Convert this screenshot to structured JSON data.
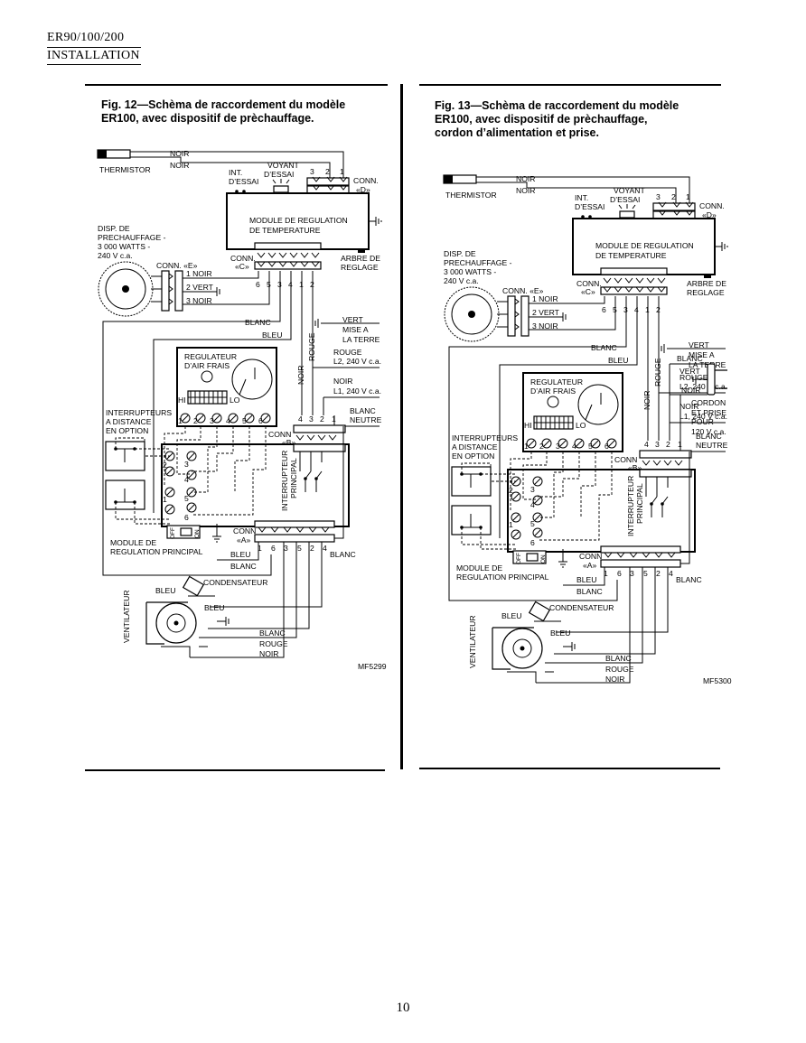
{
  "header": {
    "model": "ER90/100/200",
    "section": "INSTALLATION"
  },
  "page_number": "10",
  "fig12": {
    "title_line1": "Fig. 12—Schèma de raccordement du modèle",
    "title_line2": "ER100, avec dispositif de prèchauffage.",
    "code": "MF5299"
  },
  "fig13": {
    "title_line1": "Fig. 13—Schèma de raccordement du modèle",
    "title_line2": "ER100, avec dispositif de prèchauffage,",
    "title_line3": "cordon d’alimentation et prise.",
    "code": "MF5300"
  },
  "labels": {
    "noir": "NOIR",
    "blanc": "BLANC",
    "bleu": "BLEU",
    "rouge": "ROUGE",
    "vert": "VERT",
    "thermistor": "THERMISTOR",
    "int": "INT.",
    "dessai": "D’ESSAI",
    "voyant": "VOYANT",
    "conn": "CONN.",
    "conn_plain": "CONN",
    "conn_d": "«D»",
    "conn_c": "«C»",
    "conn_e": "CONN. «E»",
    "conn_b": "«B»",
    "conn_a": "«A»",
    "module_l1": "MODULE DE REGULATION",
    "module_l2": "DE TEMPERATURE",
    "arbre_l1": "ARBRE DE",
    "arbre_l2": "REGLAGE",
    "disp_l1": "DISP. DE",
    "disp_l2": "PRECHAUFFAGE -",
    "disp_l3": "3 000 WATTS -",
    "disp_l4": "240 V c.a.",
    "e1": "1  NOIR",
    "e2": "2  VERT",
    "e3": "3  NOIR",
    "vert_mise_l1": "VERT",
    "vert_mise_l2": "MISE A",
    "vert_mise_l3": "LA TERRE",
    "rouge_l2": "ROUGE",
    "rouge_l2b": "L2, 240 V c.a.",
    "noir_l1": "NOIR",
    "noir_l1b": "L1, 240 V c.a.",
    "blanc_neutre_l1": "BLANC",
    "blanc_neutre_l2": "NEUTRE",
    "regair_l1": "REGULATEUR",
    "regair_l2": "D’AIR FRAIS",
    "hi": "HI",
    "lo": "LO",
    "interr_l1": "INTERRUPTEURS",
    "interr_l2": "A DISTANCE",
    "interr_l3": "EN OPTION",
    "interr_princ_l1": "INTERRUPTEUR",
    "interr_princ_l2": "PRINCIPAL",
    "module_princ_l1": "MODULE DE",
    "module_princ_l2": "REGULATION PRINCIPAL",
    "off": "OFF",
    "on": "ON",
    "condensateur": "CONDENSATEUR",
    "ventilateur": "VENTILATEUR",
    "cordon_l1": "CORDON",
    "cordon_l2": "ET PRISE",
    "cordon_l3": "POUR",
    "cordon_l4": "120 V c.a.",
    "pins_d": [
      "3",
      "2",
      "1"
    ],
    "pins_c": [
      "6",
      "5",
      "3",
      "4",
      "1",
      "2"
    ],
    "pins_b": [
      "4",
      "3",
      "2",
      "1"
    ],
    "pins_a": [
      "1",
      "6",
      "3",
      "5",
      "2",
      "4"
    ],
    "pins_reg": [
      "1",
      "2",
      "3",
      "4",
      "5",
      "6"
    ],
    "pins_mod": [
      "2",
      "3",
      "4",
      "5",
      "1",
      "6"
    ]
  }
}
